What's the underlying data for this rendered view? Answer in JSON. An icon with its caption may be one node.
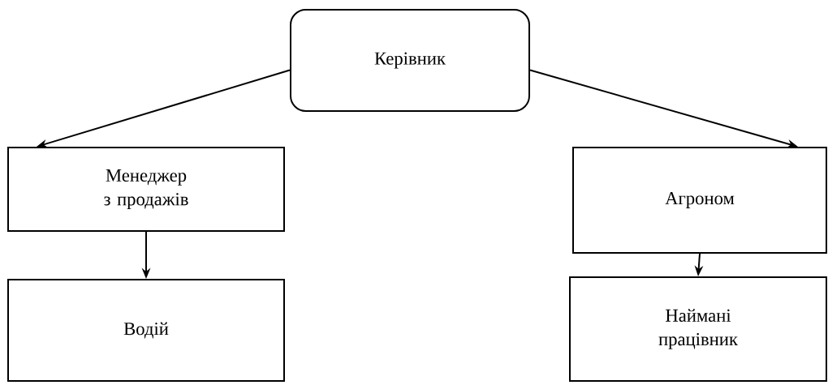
{
  "diagram": {
    "nodes": [
      {
        "text": [
          "Керівник"
        ]
      },
      {
        "text": [
          "Менеджер з продажів"
        ]
      },
      {
        "text": [
          "Агроном"
        ]
      },
      {
        "text": [
          "Водій"
        ]
      },
      {
        "text": [
          "Наймані працівник"
        ]
      }
    ],
    "edges": [
      {
        "from": 0,
        "to": 1,
        "arrow": "to"
      },
      {
        "from": 0,
        "to": 2,
        "arrow": "to"
      },
      {
        "from": 1,
        "to": 3,
        "arrow": "to"
      },
      {
        "from": 2,
        "to": 4,
        "arrow": "to"
      }
    ]
  }
}
